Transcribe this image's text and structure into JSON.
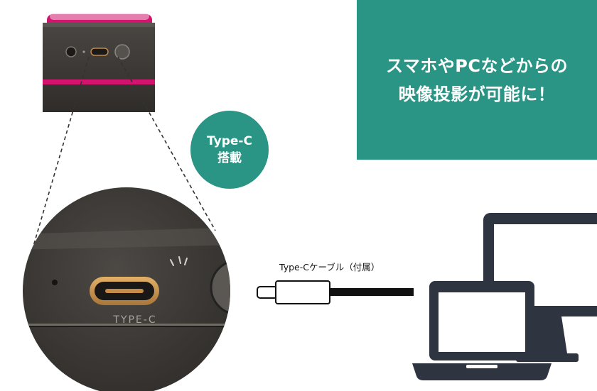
{
  "headline": {
    "line1": "スマホやPCなどからの",
    "line2": "映像投影が可能に！"
  },
  "badge": {
    "line1": "Type-C",
    "line2": "搭載"
  },
  "cable": {
    "label": "Type-Cケーブル（付属）"
  },
  "port": {
    "label": "TYPE-C"
  },
  "colors": {
    "accent": "#2a9485",
    "device_body": "#3e3b37",
    "device_ring": "#d3146e",
    "computer_icon": "#2f3441"
  }
}
